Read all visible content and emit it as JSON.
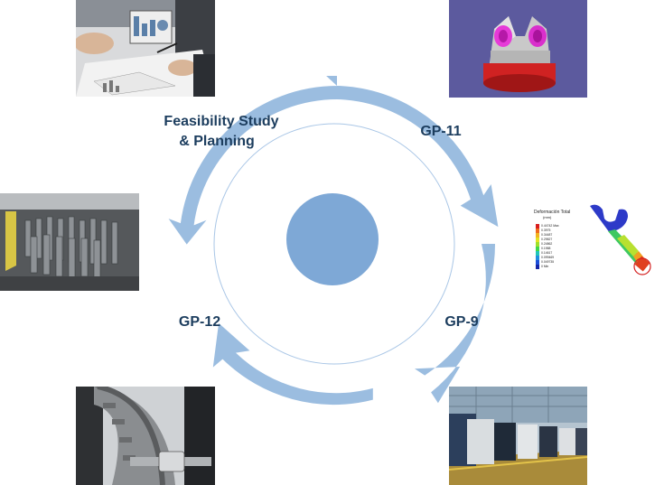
{
  "diagram": {
    "stages": [
      {
        "id": "feasibility",
        "lines": [
          "Feasibility Study",
          "& Planning"
        ]
      },
      {
        "id": "gp11",
        "lines": [
          "GP-11"
        ]
      },
      {
        "id": "gp9",
        "lines": [
          "GP-9"
        ]
      },
      {
        "id": "gp12",
        "lines": [
          "GP-12"
        ]
      }
    ],
    "colors": {
      "ring": "#9bbde0",
      "center": "#7ea8d6",
      "inner_ring_stroke": "#a9c6e6",
      "label": "#1c3d5e"
    }
  },
  "images": {
    "top_left": "business-meeting-charts-photo",
    "top_right": "cad-model-render",
    "mid_left": "machined-pins-fixture-photo",
    "mid_right": "fea-deformation-wrench",
    "bottom_left": "caliper-measurement-photo",
    "bottom_right": "factory-floor-photo"
  },
  "fea_legend": {
    "title": "Deformación Total",
    "unit": "(mm)",
    "values": [
      "0.44742 Max",
      "0.3975",
      "0.34487",
      "0.29827",
      "0.24862",
      "0.1988",
      "0.14617",
      "0.099469",
      "0.049735",
      "0 Min"
    ]
  }
}
